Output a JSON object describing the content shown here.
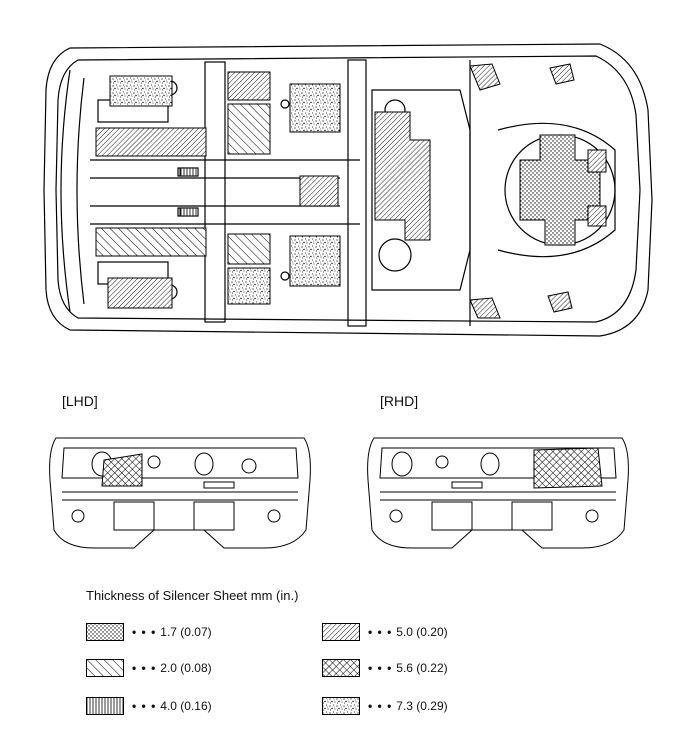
{
  "labels": {
    "lhd": "[LHD]",
    "rhd": "[RHD]"
  },
  "legend": {
    "title": "Thickness of Silencer Sheet mm (in.)",
    "items": [
      {
        "pattern": "dots-fine",
        "text": "1.7 (0.07)"
      },
      {
        "pattern": "diag-wide",
        "text": "2.0 (0.08)"
      },
      {
        "pattern": "vertical",
        "text": "4.0 (0.16)"
      },
      {
        "pattern": "diag-dense",
        "text": "5.0 (0.20)"
      },
      {
        "pattern": "crosshatch",
        "text": "5.6 (0.22)"
      },
      {
        "pattern": "stipple",
        "text": "7.3 (0.29)"
      }
    ]
  }
}
